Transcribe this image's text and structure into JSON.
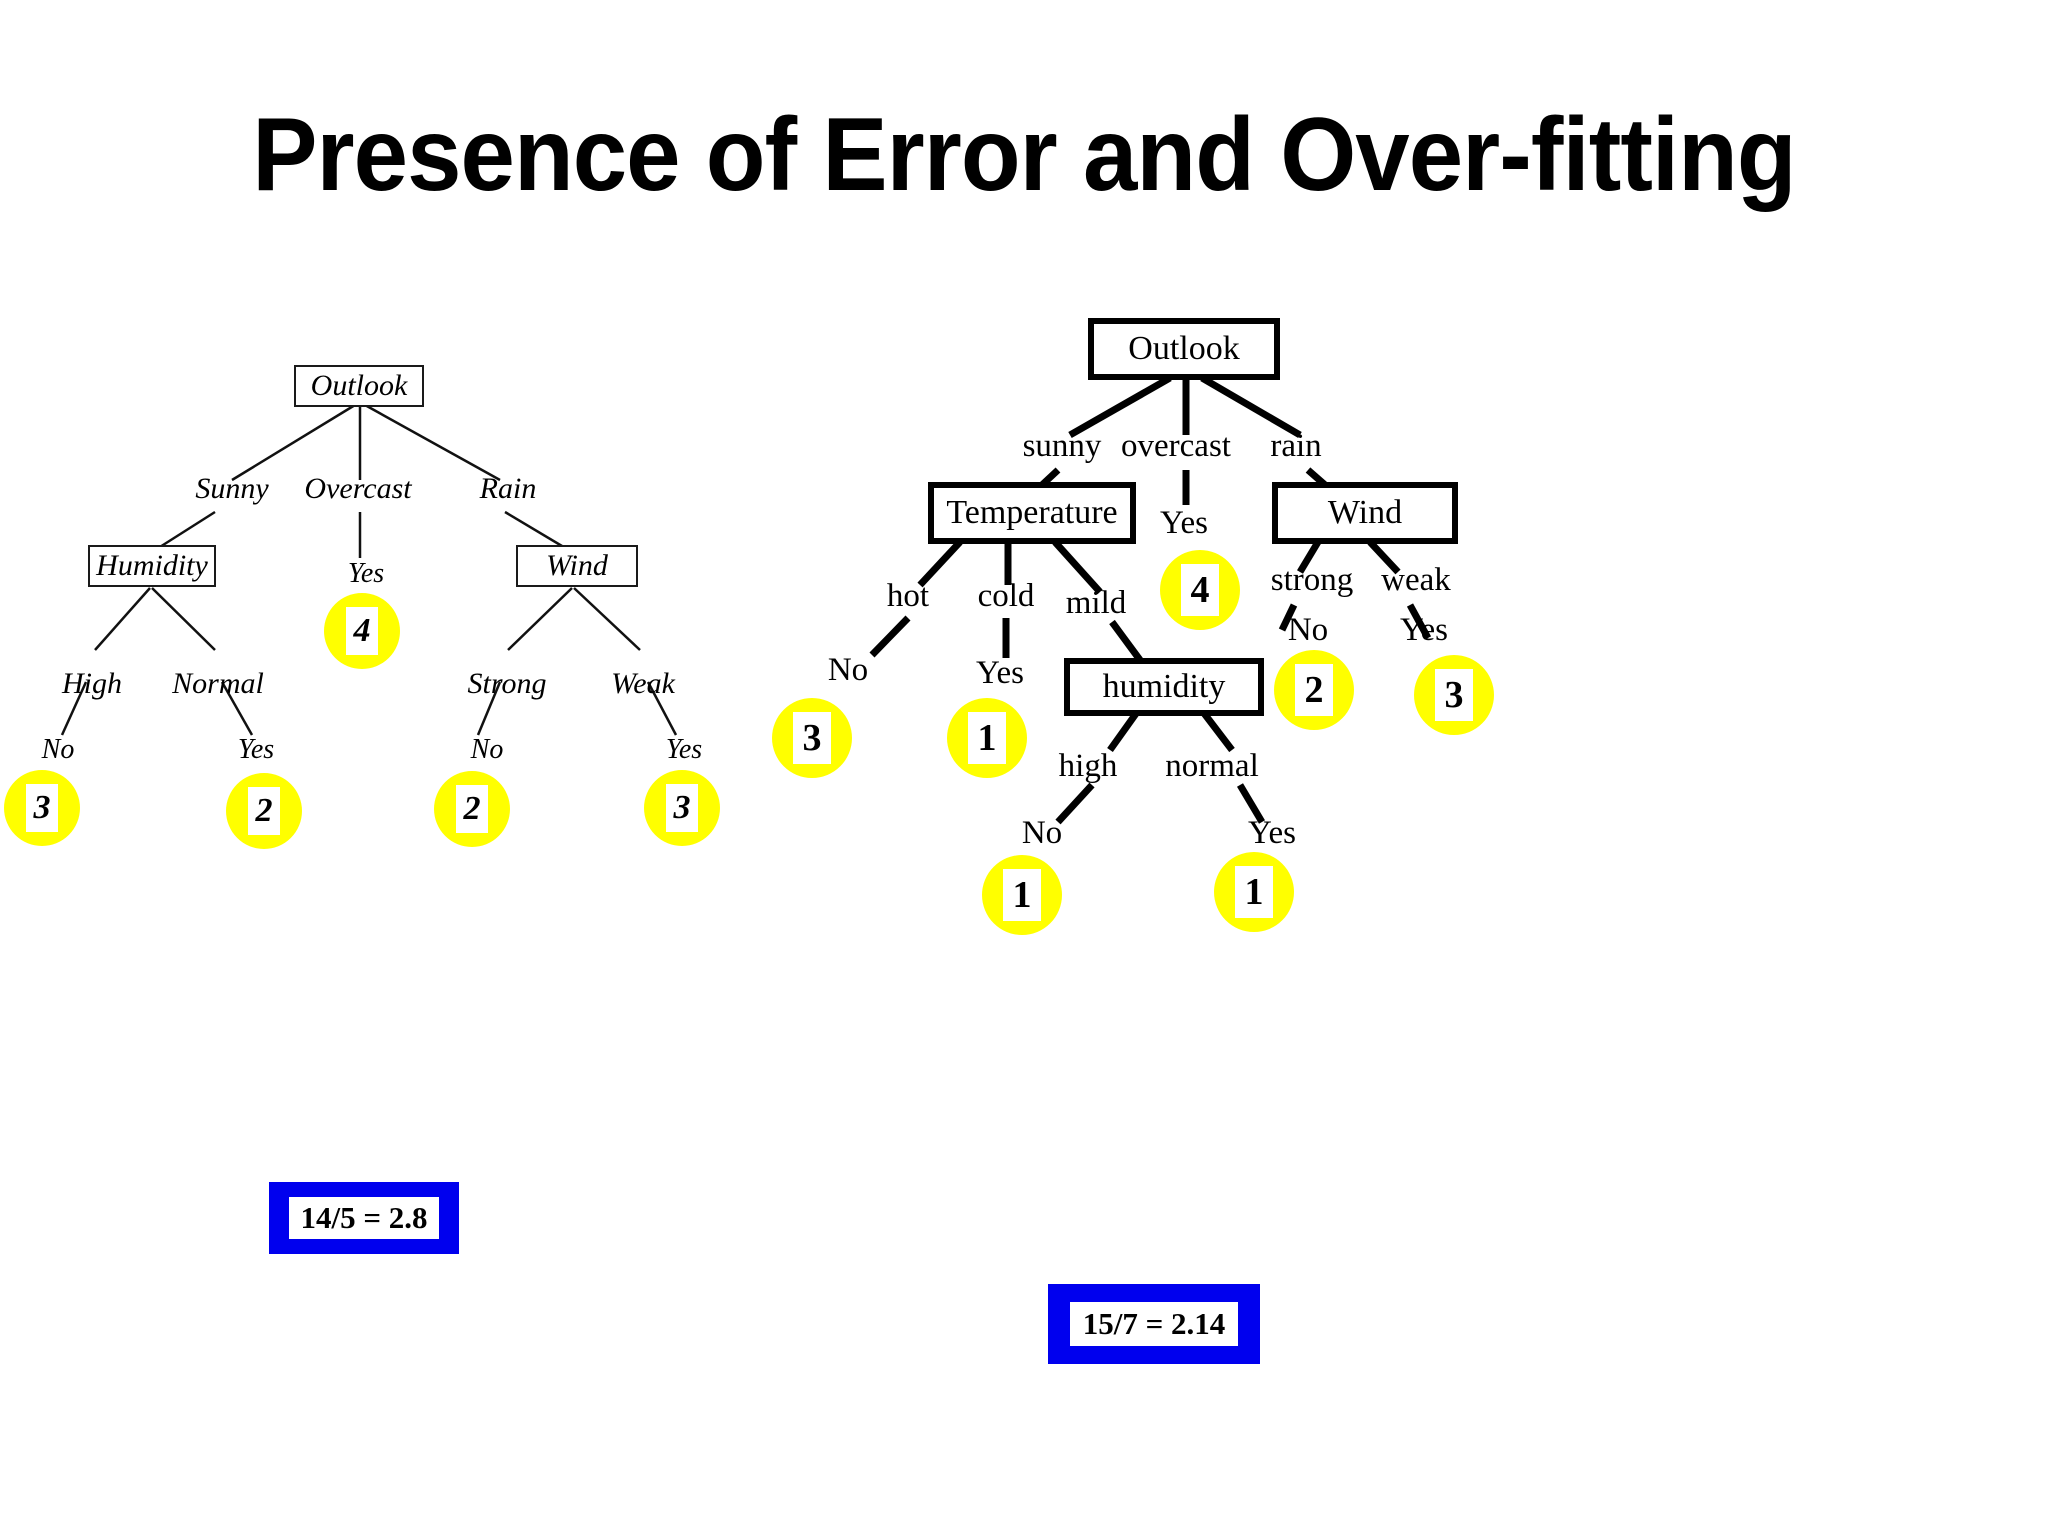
{
  "slide": {
    "title": "Presence of Error and Over-fitting",
    "background_color": "#ffffff",
    "highlight_color": "#ffff00",
    "formula_frame_color": "#0000ee"
  },
  "left_tree": {
    "name": "unpruned-decision-tree",
    "root": {
      "label": "Outlook"
    },
    "branches": [
      {
        "label": "Sunny"
      },
      {
        "label": "Overcast"
      },
      {
        "label": "Rain"
      }
    ],
    "internal_nodes": [
      {
        "label": "Humidity"
      },
      {
        "label": "Wind"
      }
    ],
    "sub_branches": [
      {
        "label": "High"
      },
      {
        "label": "Normal"
      },
      {
        "label": "Strong"
      },
      {
        "label": "Weak"
      }
    ],
    "leaves": [
      {
        "label": "No",
        "count": "3"
      },
      {
        "label": "Yes",
        "count": "2"
      },
      {
        "label": "Yes",
        "count": "4"
      },
      {
        "label": "No",
        "count": "2"
      },
      {
        "label": "Yes",
        "count": "3"
      }
    ],
    "formula": "14/5 = 2.8"
  },
  "right_tree": {
    "name": "overfitted-decision-tree",
    "root": {
      "label": "Outlook"
    },
    "branches": [
      {
        "label": "sunny"
      },
      {
        "label": "overcast"
      },
      {
        "label": "rain"
      }
    ],
    "internal_nodes": [
      {
        "label": "Temperature"
      },
      {
        "label": "Wind"
      },
      {
        "label": "humidity"
      }
    ],
    "sub_branches": [
      {
        "label": "hot"
      },
      {
        "label": "cold"
      },
      {
        "label": "mild"
      },
      {
        "label": "strong"
      },
      {
        "label": "weak"
      },
      {
        "label": "high"
      },
      {
        "label": "normal"
      }
    ],
    "leaves": [
      {
        "label": "No",
        "count": "3"
      },
      {
        "label": "Yes",
        "count": "1"
      },
      {
        "label": "Yes",
        "count": "4"
      },
      {
        "label": "No",
        "count": "2"
      },
      {
        "label": "Yes",
        "count": "3"
      },
      {
        "label": "No",
        "count": "1"
      },
      {
        "label": "Yes",
        "count": "1"
      }
    ],
    "formula": "15/7 = 2.14"
  }
}
